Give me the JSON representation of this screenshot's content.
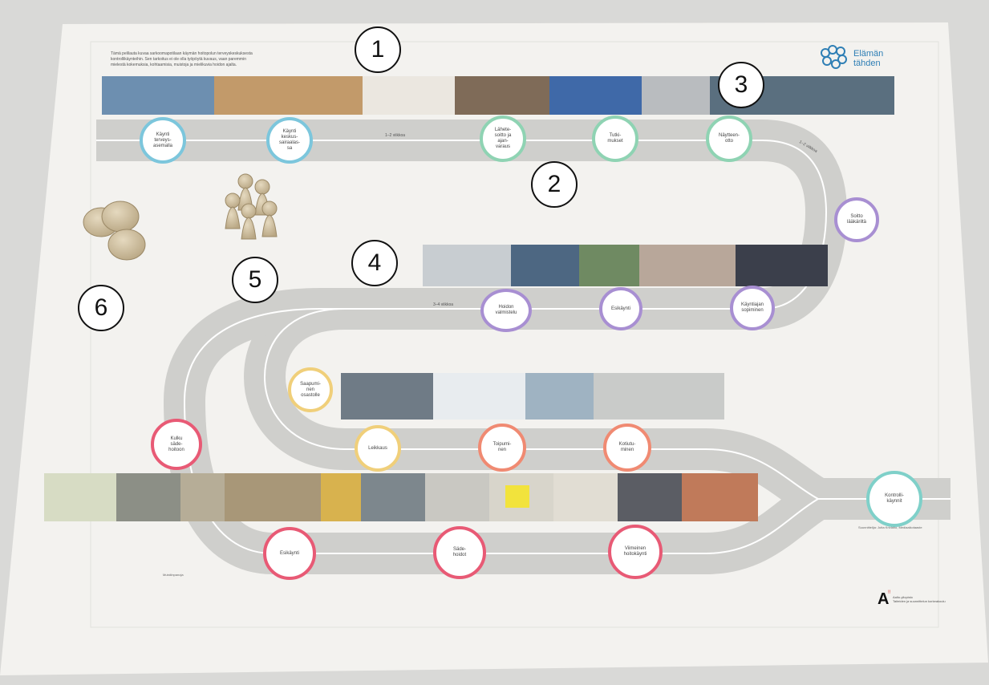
{
  "board": {
    "intro_text": [
      "Tämä pelilauta kuvaa sarkoomapotilaan käymän hoitopolun terveyskeskuksesta",
      "kontrollikäynteihin. Sen tarkoitus ei ole olla työpöytä kuvaus, vaan paremmin",
      "mielestä kokemuksia, kohtaamisia, muistoja ja mielikuvia hoidon ajalta."
    ],
    "logo": {
      "text": "Elämän\ntähden",
      "icon": "flower-logo-icon",
      "color": "#2f7fb5"
    },
    "credit_text": "Suunnittelija: Jutta Kriviaho, Mediaaikotaaste",
    "bottom_left_text": "Muistiinpanoja",
    "aalto_mark": "A",
    "aalto_superscript": "!!",
    "aalto_text": "Aalto-yliopisto\nTaiteiden ja suunnittelun korkeakoulu"
  },
  "callouts": [
    "1",
    "2",
    "3",
    "4",
    "5",
    "6"
  ],
  "stops": [
    {
      "label": "Käynti\nterveys-\nasemalla",
      "color": "blue"
    },
    {
      "label": "Käynti\nkeskus-\nsairaalas-\nsa",
      "color": "blue"
    },
    {
      "label": "Lähete-\nsoitto ja\najan-\nvaraus",
      "color": "green"
    },
    {
      "label": "Tutki-\nmukset",
      "color": "green"
    },
    {
      "label": "Näytteen-\notto",
      "color": "green"
    },
    {
      "label": "Soitto\nlääkäriltä",
      "color": "purple"
    },
    {
      "label": "Käyntiajan\nsopiminen",
      "color": "purple"
    },
    {
      "label": "Esikäynti",
      "color": "purple"
    },
    {
      "label": "Hoidon\nvalmistelu",
      "color": "purple"
    },
    {
      "label": "Saapumi-\nnen\nosastolle",
      "color": "yellow"
    },
    {
      "label": "Leikkaus",
      "color": "yellow"
    },
    {
      "label": "Toipumi-\nnen",
      "color": "orange"
    },
    {
      "label": "Kotiutu-\nminen",
      "color": "orange"
    },
    {
      "label": "Kulku\nsäde-\nhoitoon",
      "color": "pink"
    },
    {
      "label": "Esikäynti",
      "color": "pink"
    },
    {
      "label": "Säde-\nhoidot",
      "color": "pink"
    },
    {
      "label": "Viimeinen\nhoitokäynti",
      "color": "pink"
    },
    {
      "label": "Kontrolli-\nkäynnit",
      "color": "teal"
    }
  ],
  "durations": [
    "1–2 viikkoa",
    "1–2 viikkoa",
    "3–4 viikkoa"
  ],
  "pieces": {
    "tokens": 3,
    "pawns": 5
  },
  "colors": {
    "blue": "#7cc6dc",
    "green": "#8fd3b3",
    "purple": "#a88fd2",
    "yellow": "#f0cf7a",
    "orange": "#f08a72",
    "pink": "#e85a75",
    "teal": "#7fd0c9",
    "track": "#cfcfcc",
    "arrow": "#ffffff"
  }
}
